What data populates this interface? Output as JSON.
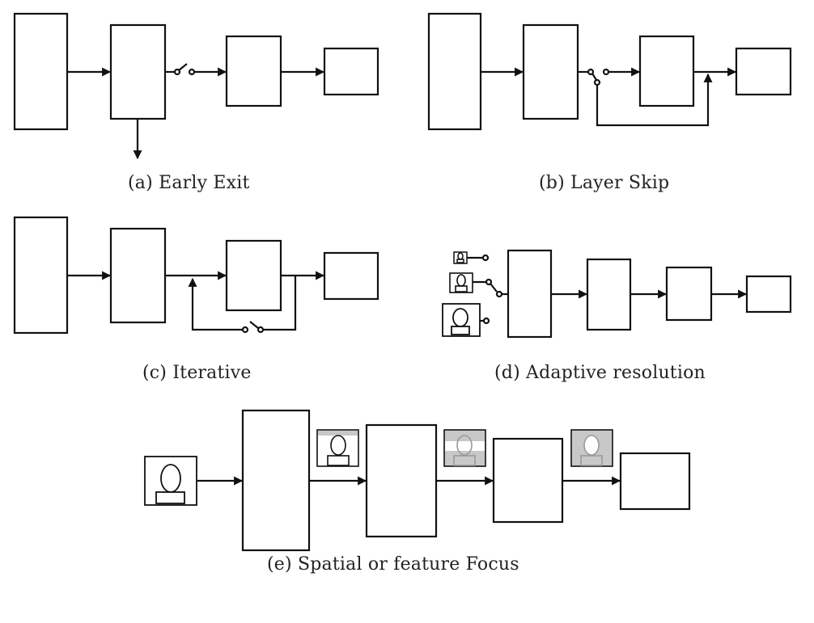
{
  "captions": {
    "a": "(a) Early Exit",
    "b": "(b) Layer Skip",
    "c": "(c) Iterative",
    "d": "(d) Adaptive resolution",
    "e": "(e) Spatial or feature Focus"
  },
  "colors": {
    "stroke": "#111111",
    "background": "#ffffff",
    "focus_mask": "#c8c8c8",
    "focus_face": "#9a9a9a"
  },
  "icons": {
    "switch": "switch-icon",
    "face": "face-thumbnail-icon"
  }
}
